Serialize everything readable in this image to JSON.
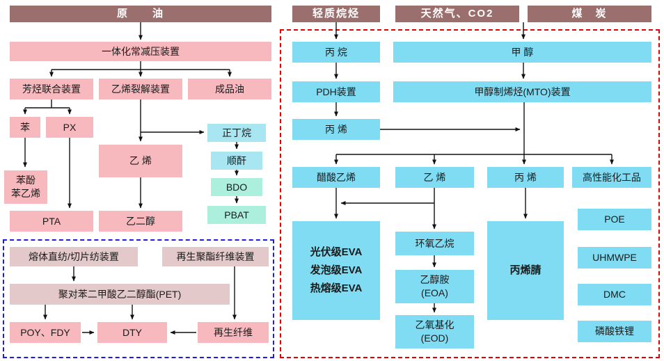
{
  "colors": {
    "header_bg": "#9C6F6F",
    "pink": "#F8B9BE",
    "pink_muted": "#E3C9C9",
    "cyan": "#7FDCF2",
    "cyan_light": "#A8E6F2",
    "teal_light": "#ABEFDC",
    "border_red": "#E80000",
    "border_blue": "#1A1AEE",
    "arrow": "#111111"
  },
  "labels": {
    "crude_oil": "原　　油",
    "light_alkanes": "轻质烷烃",
    "natural_gas_co2": "天然气、CO2",
    "coal": "煤　炭",
    "cdu": "一体化常减压装置",
    "aromatics_unit": "芳烃联合装置",
    "cracker_unit": "乙烯裂解装置",
    "refined_oil": "成品油",
    "benzene": "苯",
    "px": "PX",
    "phenol": "苯酚",
    "styrene": "苯乙烯",
    "pta": "PTA",
    "ethylene_left": "乙 烯",
    "meg": "乙二醇",
    "n_butane": "正丁烷",
    "maleic_anhydride": "顺酐",
    "bdo": "BDO",
    "pbat": "PBAT",
    "melt_spinning_unit": "熔体直纺/切片纺装置",
    "recycled_polyester_unit": "再生聚酯纤维装置",
    "pet": "聚对苯二甲酸乙二醇酯(PET)",
    "poy_fdy": "POY、FDY",
    "dty": "DTY",
    "recycled_fiber": "再生纤维",
    "propane": "丙 烷",
    "pdh_unit": "PDH装置",
    "propylene_pdh": "丙 烯",
    "methanol": "甲 醇",
    "mto_unit": "甲醇制烯烃(MTO)装置",
    "vinyl_acetate": "醋酸乙烯",
    "ethylene_right": "乙 烯",
    "propylene_mto": "丙 烯",
    "high_performance": "高性能化工品",
    "eva_pv": "光伏级EVA",
    "eva_foam": "发泡级EVA",
    "eva_hotmelt": "热熔级EVA",
    "ethylene_oxide": "环氧乙烷",
    "ethanolamine": "乙醇胺",
    "ethanolamine_abbr": "(EOA)",
    "ethoxylation": "乙氧基化",
    "ethoxylation_abbr": "(EOD)",
    "acrylonitrile": "丙烯腈",
    "poe": "POE",
    "uhmwpe": "UHMWPE",
    "dmc": "DMC",
    "lfp": "磷酸铁锂"
  }
}
